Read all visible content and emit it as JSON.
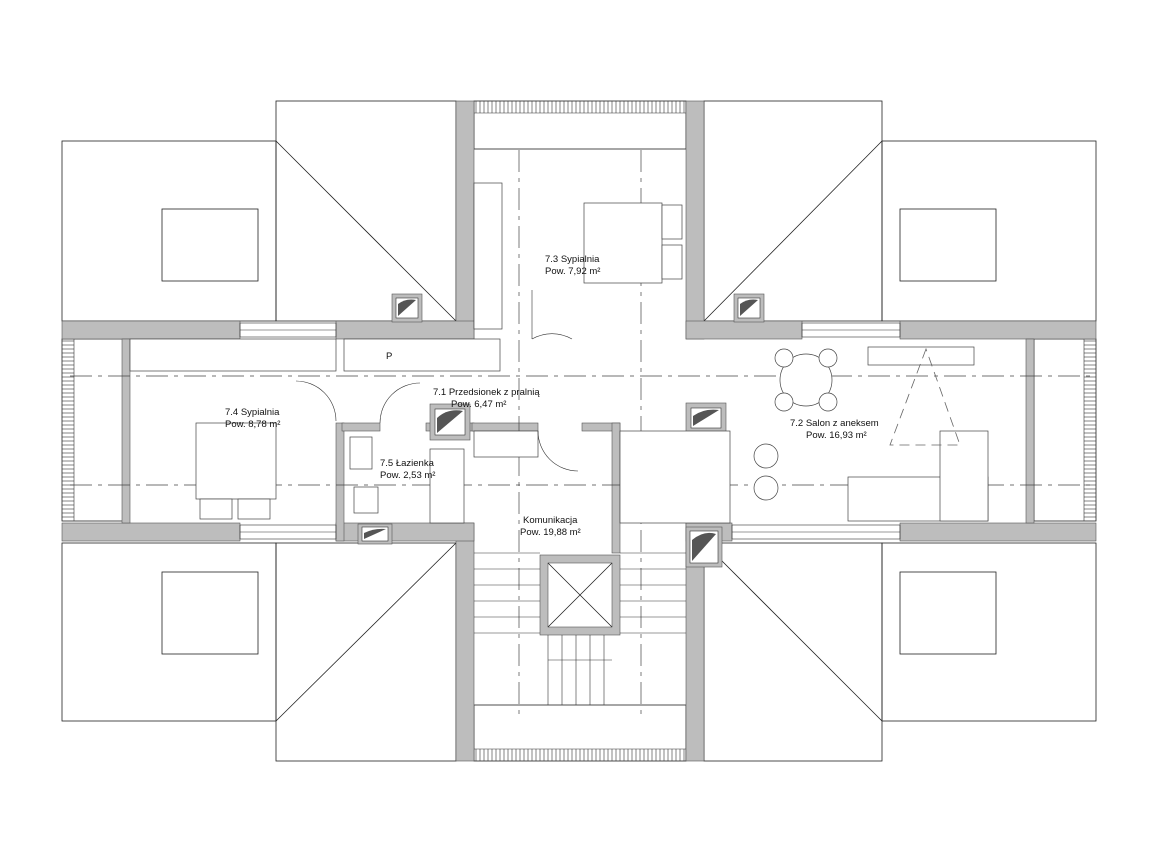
{
  "rooms": [
    {
      "id": "r71",
      "name": "7.1 Przedsionek z pralnią",
      "area": "Pow. 6,47 m²"
    },
    {
      "id": "r72",
      "name": "7.2 Salon z aneksem",
      "area": "Pow. 16,93 m²"
    },
    {
      "id": "r73",
      "name": "7.3 Sypialnia",
      "area": "Pow. 7,92 m²"
    },
    {
      "id": "r74",
      "name": "7.4 Sypialnia",
      "area": "Pow. 8,78 m²"
    },
    {
      "id": "r75",
      "name": "7.5 Łazienka",
      "area": "Pow. 2,53 m²"
    },
    {
      "id": "kom",
      "name": "Komunikacja",
      "area": "Pow. 19,88 m²"
    }
  ],
  "marks": {
    "washer": "P"
  }
}
